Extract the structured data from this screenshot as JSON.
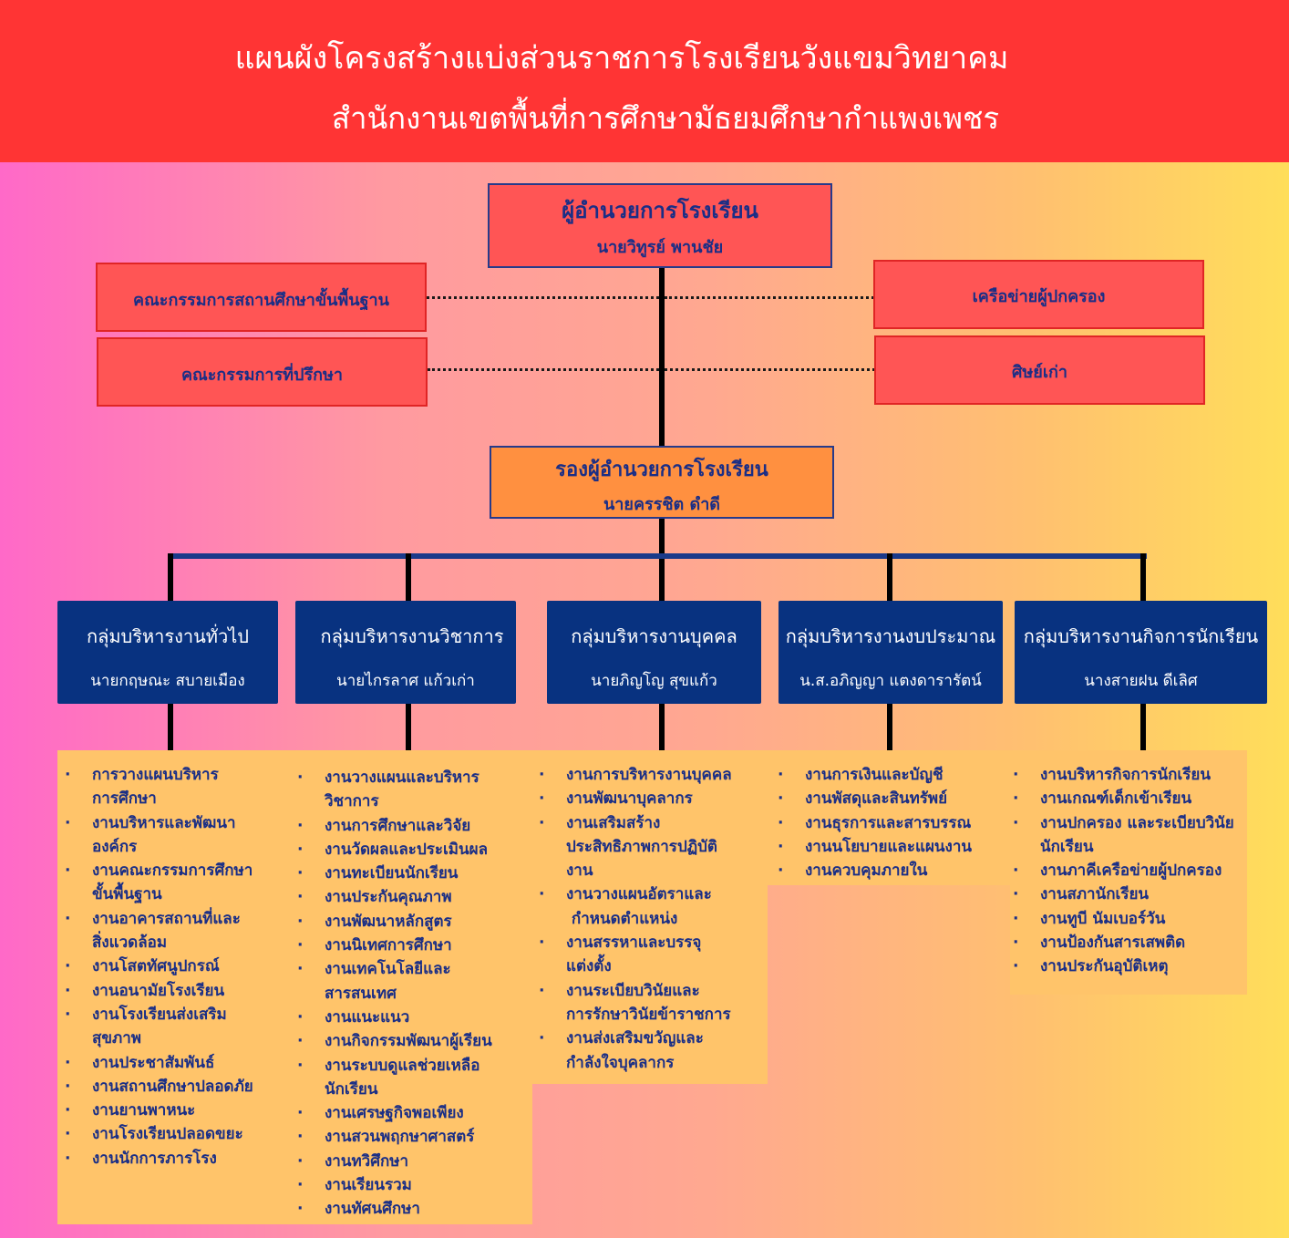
{
  "header": {
    "title": "แผนผังโครงสร้างแบ่งส่วนราชการโรงเรียนวังแขมวิทยาคม",
    "subtitle": "สำนักงานเขตพื้นที่การศึกษามัธยมศึกษากำแพงเพชร"
  },
  "director": {
    "title": "ผู้อำนวยการโรงเรียน",
    "name": "นายวิทูรย์ พานชัย"
  },
  "left_boxes": [
    "คณะกรรมการสถานศึกษาขั้นพื้นฐาน",
    "คณะกรรมการที่ปรึกษา"
  ],
  "right_boxes": [
    "เครือข่ายผู้ปกครอง",
    "ศิษย์เก่า"
  ],
  "deputy": {
    "title": "รองผู้อำนวยการโรงเรียน",
    "name": "นายครรชิต ดำดี"
  },
  "groups": [
    {
      "title": "กลุ่มบริหารงานทั่วไป",
      "person": "นายกฤษณะ สบายเมือง",
      "tasks": [
        "การวางแผนบริหาร\nการศึกษา",
        "งานบริหารและพัฒนา\nองค์กร",
        "งานคณะกรรมการศึกษา\nขั้นพื้นฐาน",
        "งานอาคารสถานที่และ\nสิ่งแวดล้อม",
        "งานโสตทัศนูปกรณ์",
        "งานอนามัยโรงเรียน",
        "งานโรงเรียนส่งเสริม\nสุขภาพ",
        "งานประชาสัมพันธ์",
        "งานสถานศึกษาปลอดภัย",
        "งานยานพาหนะ",
        "งานโรงเรียนปลอดขยะ",
        "งานนักการภารโรง"
      ]
    },
    {
      "title": "กลุ่มบริหารงานวิชาการ",
      "person": "นายไกรลาศ  แก้วเก่า",
      "tasks": [
        "งานวางแผนและบริหาร\nวิชาการ",
        "งานการศึกษาและวิจัย",
        "งานวัดผลและประเมินผล",
        "งานทะเบียนนักเรียน",
        "งานประกันคุณภาพ",
        "งานพัฒนาหลักสูตร",
        "งานนิเทศการศึกษา",
        "งานเทคโนโลยีและ\nสารสนเทศ",
        "งานแนะแนว",
        "งานกิจกรรมพัฒนาผู้เรียน",
        "งานระบบดูแลช่วยเหลือ\nนักเรียน",
        "งานเศรษฐกิจพอเพียง",
        "งานสวนพฤกษาศาสตร์",
        "งานทวิศึกษา",
        "งานเรียนรวม",
        "งานทัศนศึกษา"
      ]
    },
    {
      "title": "กลุ่มบริหารงานบุคคล",
      "person": "นายภิญโญ สุขแก้ว",
      "tasks": [
        "งานการบริหารงานบุคคล",
        "งานพัฒนาบุคลากร",
        "งานเสริมสร้าง\nประสิทธิภาพการปฏิบัติ\nงาน",
        "งานวางแผนอัตราและ\n กำหนดตำแหน่ง",
        "งานสรรหาและบรรจุ\nแต่งตั้ง",
        "งานระเบียบวินัยและ\nการรักษาวินัยข้าราชการ",
        "งานส่งเสริมขวัญและ\nกำลังใจบุคลากร"
      ]
    },
    {
      "title": "กลุ่มบริหารงานงบประมาณ",
      "person": "น.ส.อภิญญา แตงดารารัตน์",
      "tasks": [
        "งานการเงินและบัญชี",
        "งานพัสดุและสินทรัพย์",
        "งานธุรการและสารบรรณ",
        "งานนโยบายและแผนงาน",
        "งานควบคุมภายใน"
      ]
    },
    {
      "title": "กลุ่มบริหารงานกิจการนักเรียน",
      "person": "นางสายฝน ดีเลิศ",
      "tasks": [
        "งานบริหารกิจการนักเรียน",
        "งานเกณฑ์เด็กเข้าเรียน",
        "งานปกครอง และระเบียบวินัย\nนักเรียน",
        "งานภาคีเครือข่ายผู้ปกครอง",
        "งานสภานักเรียน",
        "งานทูบี นัมเบอร์วัน",
        "งานป้องกันสารเสพติด",
        "งานประกันอุบัติเหตุ"
      ]
    }
  ],
  "bullet": "·",
  "colors": {
    "header": "#ff3434",
    "group_box": "#083280",
    "panel": "#ffc46a",
    "text_blue": "#1a2e86",
    "red_box": "#ff5555",
    "deputy_box": "#ff9040"
  }
}
